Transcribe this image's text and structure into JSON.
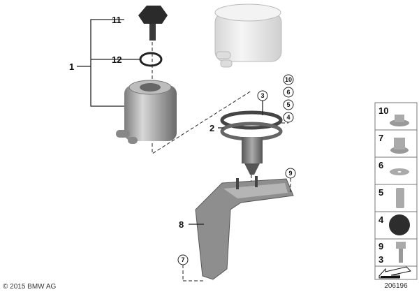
{
  "diagram": {
    "callouts": {
      "assembly": "1",
      "cap": "11",
      "o_ring": "12",
      "clamp": "2",
      "bracket": "8",
      "circled_3": "3",
      "circled_10": "10",
      "circled_6": "6",
      "circled_5": "5",
      "circled_4": "4",
      "circled_9": "9",
      "circled_7": "7"
    },
    "copyright": "© 2015 BMW AG",
    "diagram_number": "206196"
  },
  "parts_panel": {
    "items": [
      {
        "label": "10",
        "icon": "flange-nut-icon"
      },
      {
        "label": "7",
        "icon": "collar-nut-icon"
      },
      {
        "label": "6",
        "icon": "washer-icon"
      },
      {
        "label": "5",
        "icon": "sleeve-icon"
      },
      {
        "label": "4",
        "icon": "rubber-mount-icon"
      },
      {
        "label": "9",
        "label2": "3",
        "icon": "bolt-icon"
      }
    ],
    "nav_icon": "arrow-left-icon"
  }
}
